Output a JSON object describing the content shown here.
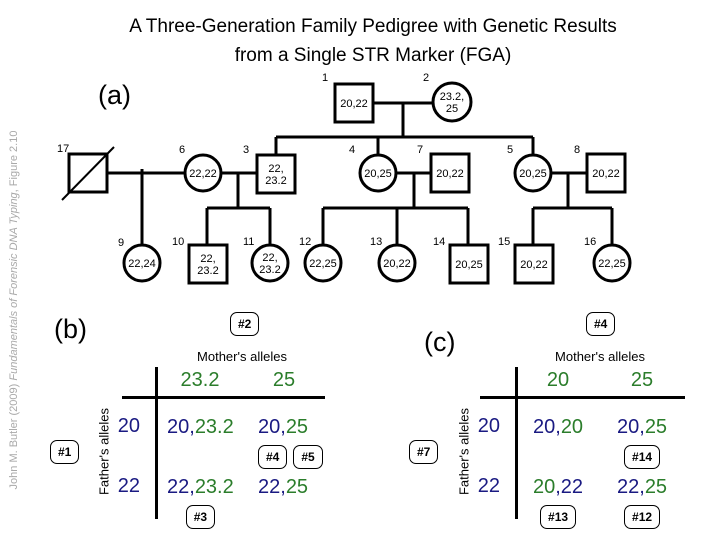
{
  "slide": {
    "title_line1": "A Three-Generation Family Pedigree with Genetic Results",
    "title_line2": "from a Single STR Marker (FGA)"
  },
  "citation": {
    "author_part": "John M. Butler (2009) ",
    "book_title": "Fundamentals of Forensic DNA Typing",
    "figure_part": ", Figure 2.10"
  },
  "colors": {
    "father_allele": "#1a1a82",
    "mother_allele": "#2b7d2b",
    "pedigree_line": "#000000",
    "citation_text": "#a9a9a9"
  },
  "pedigree": {
    "panel_label": "(a)",
    "individuals": [
      {
        "id": "1",
        "label": "1",
        "sex": "male",
        "deceased": false,
        "genotype": [
          "20,22"
        ]
      },
      {
        "id": "2",
        "label": "2",
        "sex": "female",
        "deceased": false,
        "genotype": [
          "23.2,",
          "25"
        ]
      },
      {
        "id": "17",
        "label": "17",
        "sex": "male",
        "deceased": true,
        "genotype": []
      },
      {
        "id": "6",
        "label": "6",
        "sex": "female",
        "deceased": false,
        "genotype": [
          "22,22"
        ]
      },
      {
        "id": "3",
        "label": "3",
        "sex": "male",
        "deceased": false,
        "genotype": [
          "22,",
          "23.2"
        ]
      },
      {
        "id": "4",
        "label": "4",
        "sex": "female",
        "deceased": false,
        "genotype": [
          "20,25"
        ]
      },
      {
        "id": "7",
        "label": "7",
        "sex": "male",
        "deceased": false,
        "genotype": [
          "20,22"
        ]
      },
      {
        "id": "5",
        "label": "5",
        "sex": "female",
        "deceased": false,
        "genotype": [
          "20,25"
        ]
      },
      {
        "id": "8",
        "label": "8",
        "sex": "male",
        "deceased": false,
        "genotype": [
          "20,22"
        ]
      },
      {
        "id": "9",
        "label": "9",
        "sex": "female",
        "deceased": false,
        "genotype": [
          "22,24"
        ]
      },
      {
        "id": "10",
        "label": "10",
        "sex": "male",
        "deceased": false,
        "genotype": [
          "22,",
          "23.2"
        ]
      },
      {
        "id": "11",
        "label": "11",
        "sex": "female",
        "deceased": false,
        "genotype": [
          "22,",
          "23.2"
        ]
      },
      {
        "id": "12",
        "label": "12",
        "sex": "female",
        "deceased": false,
        "genotype": [
          "22,25"
        ]
      },
      {
        "id": "13",
        "label": "13",
        "sex": "female",
        "deceased": false,
        "genotype": [
          "20,22"
        ]
      },
      {
        "id": "14",
        "label": "14",
        "sex": "male",
        "deceased": false,
        "genotype": [
          "20,25"
        ]
      },
      {
        "id": "15",
        "label": "15",
        "sex": "male",
        "deceased": false,
        "genotype": [
          "20,22"
        ]
      },
      {
        "id": "16",
        "label": "16",
        "sex": "female",
        "deceased": false,
        "genotype": [
          "22,25"
        ]
      }
    ]
  },
  "punnett_b": {
    "panel_label": "(b)",
    "top_badge": "#2",
    "left_badge": "#1",
    "col_axis_label": "Mother's alleles",
    "row_axis_label": "Father's alleles",
    "col_headers": [
      "23.2",
      "25"
    ],
    "row_headers": [
      "20",
      "22"
    ],
    "cells": [
      {
        "parts": [
          {
            "text": "20,",
            "role": "father"
          },
          {
            "text": "23.2",
            "role": "mother"
          }
        ],
        "badges": []
      },
      {
        "parts": [
          {
            "text": "20,",
            "role": "father"
          },
          {
            "text": "25",
            "role": "mother"
          }
        ],
        "badges": [
          "#4",
          "#5"
        ]
      },
      {
        "parts": [
          {
            "text": "22,",
            "role": "father"
          },
          {
            "text": "23.2",
            "role": "mother"
          }
        ],
        "badges": [
          "#3"
        ]
      },
      {
        "parts": [
          {
            "text": "22,",
            "role": "father"
          },
          {
            "text": "25",
            "role": "mother"
          }
        ],
        "badges": []
      }
    ]
  },
  "punnett_c": {
    "panel_label": "(c)",
    "top_badge": "#4",
    "left_badge": "#7",
    "col_axis_label": "Mother's alleles",
    "row_axis_label": "Father's alleles",
    "col_headers": [
      "20",
      "25"
    ],
    "row_headers": [
      "20",
      "22"
    ],
    "cells": [
      {
        "parts": [
          {
            "text": "20,",
            "role": "father"
          },
          {
            "text": "20",
            "role": "mother"
          }
        ],
        "badges": []
      },
      {
        "parts": [
          {
            "text": "20,",
            "role": "father"
          },
          {
            "text": "25",
            "role": "mother"
          }
        ],
        "badges": [
          "#14"
        ]
      },
      {
        "parts": [
          {
            "text": "20",
            "role": "mother"
          },
          {
            "text": ",22",
            "role": "father"
          }
        ],
        "badges": [
          "#13"
        ]
      },
      {
        "parts": [
          {
            "text": "22,",
            "role": "father"
          },
          {
            "text": "25",
            "role": "mother"
          }
        ],
        "badges": [
          "#12"
        ]
      }
    ]
  }
}
